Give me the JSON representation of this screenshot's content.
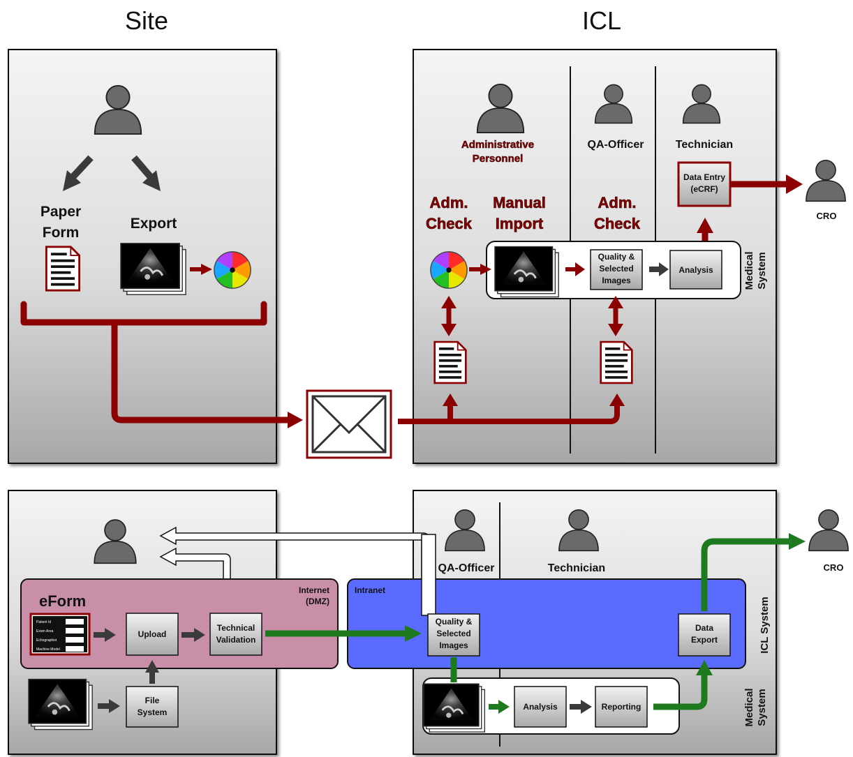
{
  "headers": {
    "site": "Site",
    "icl": "ICL"
  },
  "top": {
    "site": {
      "paper_form": [
        "Paper",
        "Form"
      ],
      "export": "Export"
    },
    "icl": {
      "admin_personnel": [
        "Administrative",
        "Personnel"
      ],
      "qa_officer": "QA-Officer",
      "technician": "Technician",
      "adm_check_1": [
        "Adm.",
        "Check"
      ],
      "manual_import": [
        "Manual",
        "Import"
      ],
      "adm_check_2": [
        "Adm.",
        "Check"
      ],
      "quality_images": [
        "Quality &",
        "Selected",
        "Images"
      ],
      "analysis": "Analysis",
      "data_entry": [
        "Data Entry",
        "(eCRF)"
      ],
      "medical_system": [
        "Medical",
        "System"
      ],
      "cro": "CRO"
    }
  },
  "bottom": {
    "site": {
      "eform": "eForm",
      "form_fields": [
        "Patient Id",
        "Exam Area",
        "Echographist",
        "Machine Model"
      ],
      "upload": "Upload",
      "technical_validation": [
        "Technical",
        "Validation"
      ],
      "file_system": [
        "File",
        "System"
      ],
      "internet": [
        "Internet",
        "(DMZ)"
      ]
    },
    "icl": {
      "intranet": "Intranet",
      "qa_officer": "QA-Officer",
      "technician": "Technician",
      "quality_images": [
        "Quality &",
        "Selected",
        "Images"
      ],
      "data_export": [
        "Data",
        "Export"
      ],
      "analysis": "Analysis",
      "reporting": "Reporting",
      "icl_system": "ICL System",
      "medical_system": [
        "Medical",
        "System"
      ],
      "cro": "CRO"
    }
  },
  "colors": {
    "red_flow": "#8b0000",
    "green_flow": "#1e7a1e",
    "dark_arrow": "#3a3a3a",
    "person": "#6a6a6a",
    "eform_bg": "#c98fa8",
    "intranet_bg": "#5a6cff"
  }
}
